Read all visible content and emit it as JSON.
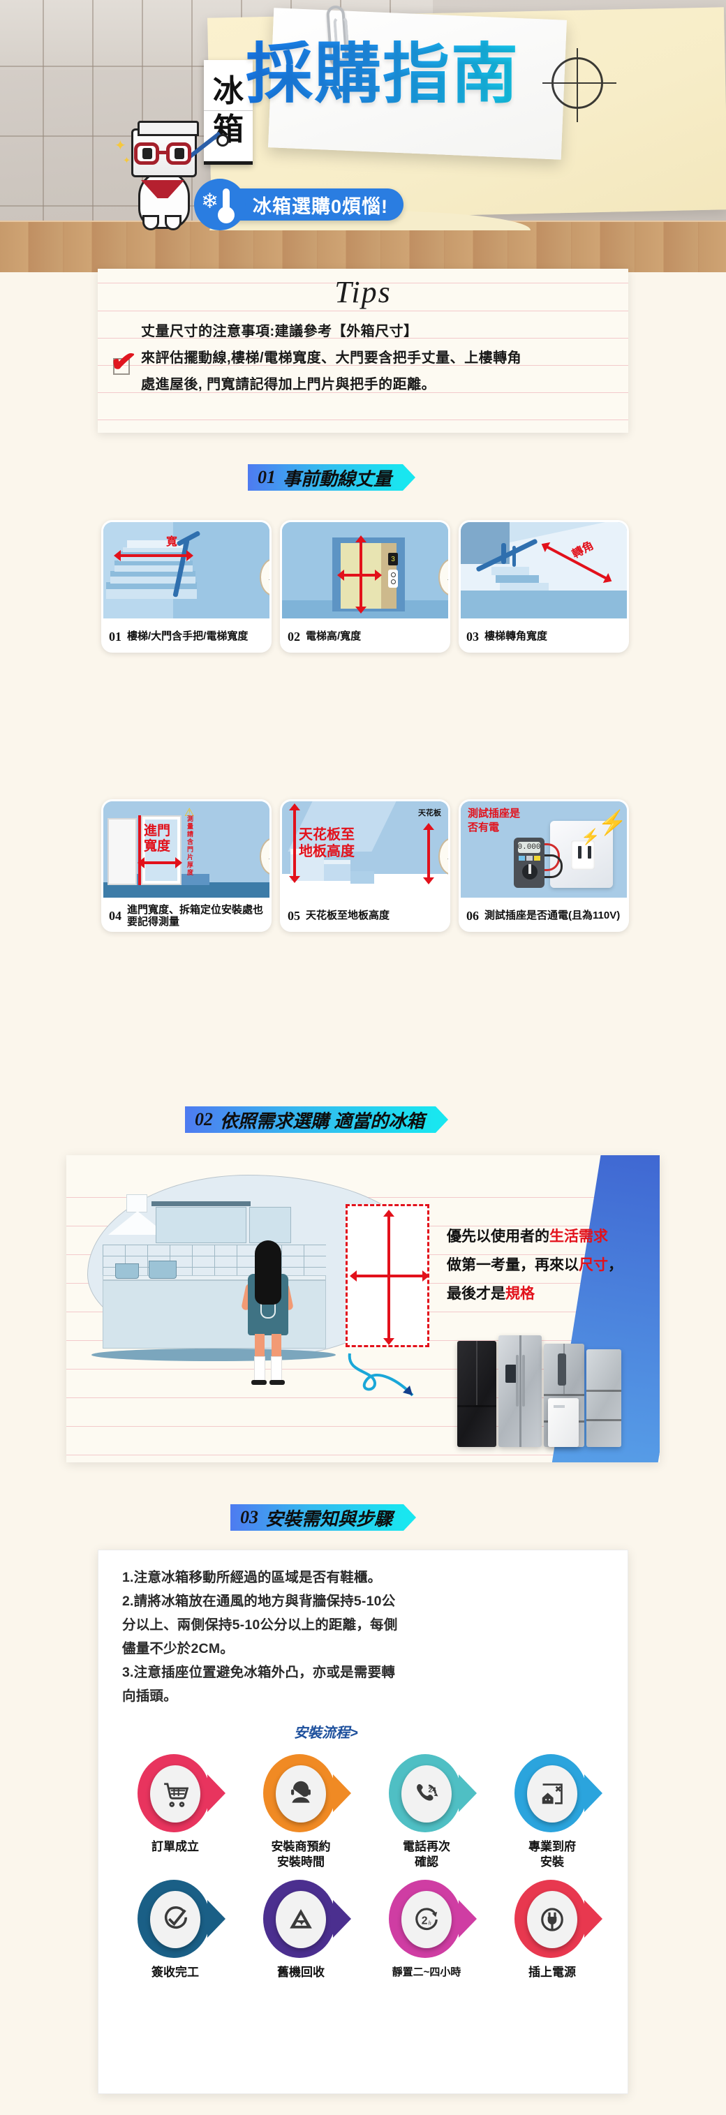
{
  "hero": {
    "vertical_tag": [
      "冰",
      "箱"
    ],
    "title": "採購指南",
    "banner_text": "冰箱選購0煩惱!",
    "thermo_icon": "thermometer-icon",
    "snow_icon": "snowflake-icon"
  },
  "tips": {
    "heading": "Tips",
    "lines": [
      "丈量尺寸的注意事項:建議參考【外箱尺寸】",
      "來評估擺動線,樓梯/電梯寬度、大門要含把手丈量、上樓轉角",
      "處進屋後, 門寬請記得加上門片與把手的距離。"
    ]
  },
  "section1": {
    "number": "01",
    "title": "事前動線丈量",
    "cards": [
      {
        "num": "01",
        "caption": "樓梯/大門含手把/電梯寬度",
        "illu_label": "寬",
        "illu_label2": ""
      },
      {
        "num": "02",
        "caption": "電梯高/寬度",
        "illu_label": "",
        "display": "3"
      },
      {
        "num": "03",
        "caption": "樓梯轉角寬度",
        "illu_label": "轉角"
      },
      {
        "num": "04",
        "caption": "進門寬度、拆箱定位安裝處也要記得測量",
        "illu_label": "進門寬度",
        "illu_note": "測量請含門片厚度"
      },
      {
        "num": "05",
        "caption": "天花板至地板高度",
        "illu_label": "天花板至地板高度",
        "illu_top": "天花板"
      },
      {
        "num": "06",
        "caption": "測試插座是否通電(且為110V)",
        "illu_label": "測試插座是否有電",
        "meter_value": "0.000"
      }
    ]
  },
  "section2": {
    "number": "02",
    "title": "依照需求選購 適當的冰箱",
    "text_lines": [
      {
        "parts": [
          {
            "t": "優先以使用者的",
            "c": "black"
          },
          {
            "t": "生活需求",
            "c": "red"
          }
        ]
      },
      {
        "parts": [
          {
            "t": "做第一考量，再來以",
            "c": "black"
          },
          {
            "t": "尺寸",
            "c": "red"
          },
          {
            "t": "，",
            "c": "black"
          }
        ]
      },
      {
        "parts": [
          {
            "t": "最後才是",
            "c": "black"
          },
          {
            "t": "規格",
            "c": "red"
          }
        ]
      }
    ]
  },
  "section3": {
    "number": "03",
    "title": "安裝需知與步驟",
    "notes": [
      "1.注意冰箱移動所經過的區域是否有鞋櫃。",
      "2.請將冰箱放在通風的地方與背牆保持5-10公",
      "分以上、兩側保持5-10公分以上的距離，每側",
      "儘量不少於2CM。",
      "3.注意插座位置避免冰箱外凸，亦或是需要轉",
      "向插頭。"
    ],
    "flow_title": "安裝流程>",
    "flow_steps": [
      {
        "label": "訂單成立",
        "icon": "shopping-cart-icon",
        "color": "#e8345e"
      },
      {
        "label": "安裝商預約\n安裝時間",
        "icon": "customer-service-icon",
        "color": "#f08a24"
      },
      {
        "label": "電話再次\n確認",
        "icon": "phone-24hours-icon",
        "color": "#4fbfc4"
      },
      {
        "label": "專業到府\n安裝",
        "icon": "home-service-icon",
        "color": "#2ba4dd"
      },
      {
        "label": "簽收完工",
        "icon": "check-circle-icon",
        "color": "#1a5f86"
      },
      {
        "label": "舊機回收",
        "icon": "recycle-icon",
        "color": "#4b2f8f"
      },
      {
        "label": "靜置二~四小時",
        "icon": "clock-2h-icon",
        "color": "#cf3da3"
      },
      {
        "label": "插上電源",
        "icon": "power-plug-icon",
        "color": "#e8384f"
      }
    ]
  },
  "colors": {
    "accent_blue": "#2a7de1",
    "accent_cyan": "#19e6f0",
    "red": "#e2111b",
    "paper": "#fdfaf2"
  }
}
